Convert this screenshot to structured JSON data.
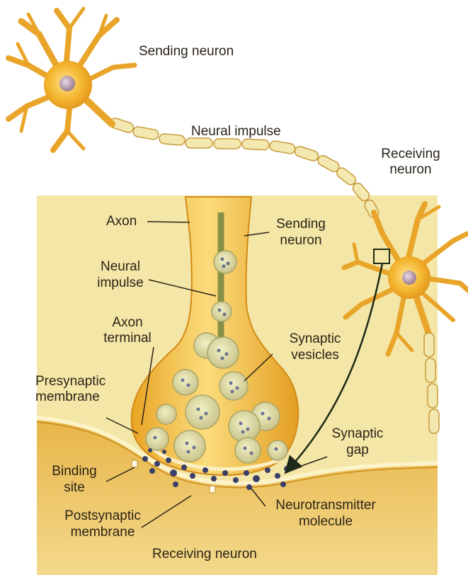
{
  "labels": {
    "sending_neuron_top": "Sending neuron",
    "neural_impulse_top": "Neural impulse",
    "receiving_neuron_top_1": "Receiving",
    "receiving_neuron_top_2": "neuron",
    "axon": "Axon",
    "sending_neuron_inset_1": "Sending",
    "sending_neuron_inset_2": "neuron",
    "neural_impulse_inset_1": "Neural",
    "neural_impulse_inset_2": "impulse",
    "axon_terminal_1": "Axon",
    "axon_terminal_2": "terminal",
    "synaptic_vesicles_1": "Synaptic",
    "synaptic_vesicles_2": "vesicles",
    "presynaptic_membrane_1": "Presynaptic",
    "presynaptic_membrane_2": "membrane",
    "synaptic_gap_1": "Synaptic",
    "synaptic_gap_2": "gap",
    "binding_site_1": "Binding",
    "binding_site_2": "site",
    "postsynaptic_membrane_1": "Postsynaptic",
    "postsynaptic_membrane_2": "membrane",
    "neurotransmitter_molecule_1": "Neurotransmitter",
    "neurotransmitter_molecule_2": "molecule",
    "receiving_neuron_bottom": "Receiving neuron"
  },
  "colors": {
    "neuron_body": "#f2b12a",
    "neuron_light": "#fbd66a",
    "nucleus": "#b08fa0",
    "inset_bg": "#f4e6a6",
    "receiving_tissue": "#e3b044",
    "axon_segment": "#f3e9b0",
    "vesicle": "#dcd9a0",
    "molecule": "#3a3f6a",
    "label_line": "#2a2418"
  }
}
